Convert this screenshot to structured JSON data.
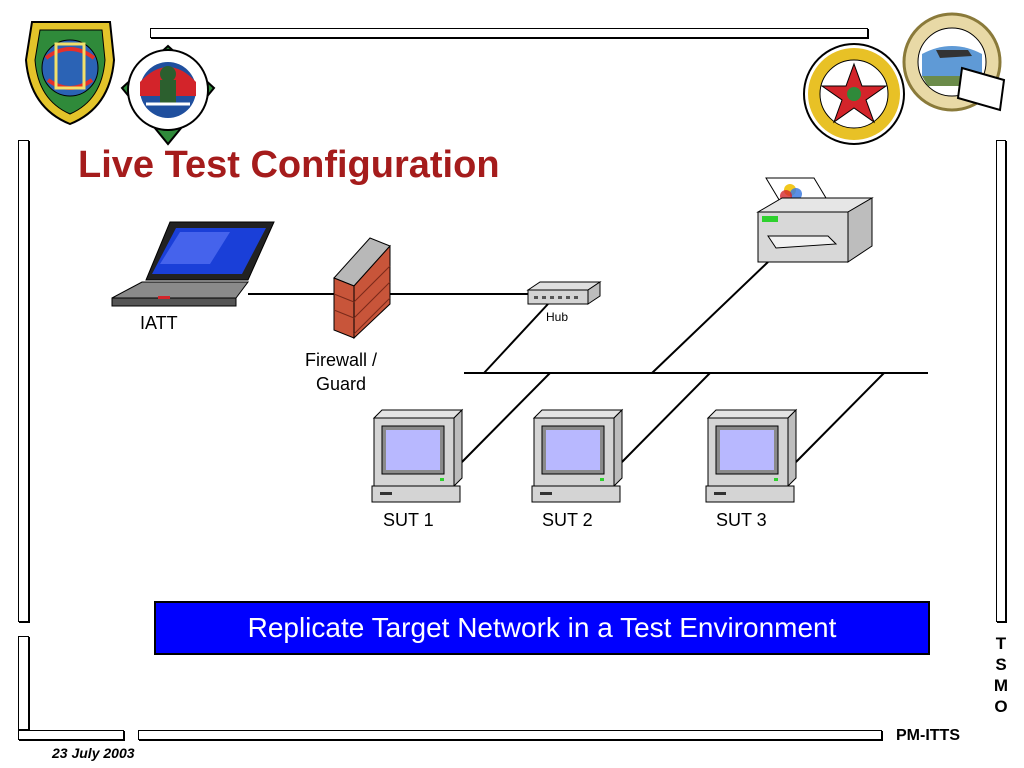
{
  "slide": {
    "title": "Live Test Configuration",
    "banner_text": "Replicate Target Network in a Test Environment",
    "footer_org": "PM-ITTS",
    "footer_date": "23 July 2003",
    "side_letters": [
      "T",
      "S",
      "M",
      "O"
    ]
  },
  "diagram": {
    "nodes": {
      "iatt": "IATT",
      "firewall": "Firewall / Guard",
      "hub": "Hub",
      "sut1": "SUT 1",
      "sut2": "SUT 2",
      "sut3": "SUT 3"
    },
    "colors": {
      "title": "#a51c1c",
      "banner": "#0000ff",
      "screen": "#b8b8ff",
      "brick": "#c8553a",
      "device": "#d4d4d4"
    }
  },
  "logos": [
    "arsenal-seal",
    "simulation-seal",
    "threat-systems-seal",
    "pm-itts-seal"
  ]
}
